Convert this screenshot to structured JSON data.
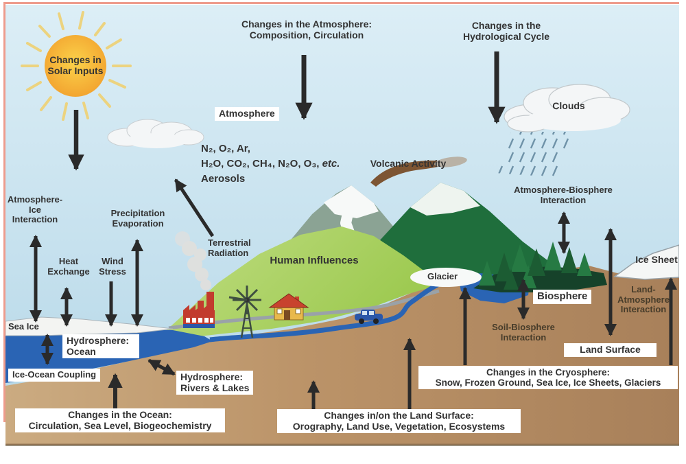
{
  "colors": {
    "ocean": "#2a64b4",
    "sky_top": "#dceef6",
    "sky_bottom": "#b3d6e6",
    "land_tan": "#cbab81",
    "land_brown": "#a8805a",
    "hill_green": "#9cc94f",
    "mountain_green": "#1f6e3c",
    "arrow": "#2a2a2a",
    "accent_border": "#ee9b8c"
  },
  "sun": {
    "lines": [
      "Changes in",
      "Solar Inputs"
    ]
  },
  "top": {
    "atmosphere_changes": [
      "Changes in the Atmosphere:",
      "Composition, Circulation"
    ],
    "hydrological_changes": [
      "Changes in the",
      "Hydrological Cycle"
    ]
  },
  "atmosphere": {
    "box_label": "Atmosphere",
    "composition_line1": "N₂, O₂,  Ar,",
    "composition_line2": "H₂O, CO₂, CH₄, N₂O, O₃, ",
    "composition_etc": "etc.",
    "composition_line3": "Aerosols",
    "clouds_label": "Clouds"
  },
  "left_side": {
    "atm_ice": [
      "Atmosphere-",
      "Ice",
      "Interaction"
    ],
    "heat": [
      "Heat",
      "Exchange"
    ],
    "wind": [
      "Wind",
      "Stress"
    ],
    "precip": [
      "Precipitation",
      "Evaporation"
    ],
    "sea_ice": "Sea Ice",
    "hydro_ocean": [
      "Hydrosphere:",
      "Ocean"
    ],
    "ice_ocean": "Ice-Ocean Coupling",
    "ocean_changes": [
      "Changes in the Ocean:",
      "Circulation, Sea Level, Biogeochemistry"
    ],
    "rivers": [
      "Hydrosphere:",
      "Rivers & Lakes"
    ]
  },
  "center": {
    "terrestrial": [
      "Terrestrial",
      "Radiation"
    ],
    "human": "Human Influences",
    "volcanic": "Volcanic Activity",
    "glacier": "Glacier",
    "land_changes": [
      "Changes in/on the Land Surface:",
      "Orography, Land Use, Vegetation, Ecosystems"
    ]
  },
  "right_side": {
    "atm_bio": [
      "Atmosphere-Biosphere",
      "Interaction"
    ],
    "biosphere": "Biosphere",
    "soil_bio": [
      "Soil-Biosphere",
      "Interaction"
    ],
    "land_atm": [
      "Land-",
      "Atmosphere",
      "Interaction"
    ],
    "ice_sheet": "Ice Sheet",
    "land_surface": "Land Surface",
    "cryo_changes": [
      "Changes in the Cryosphere:",
      "Snow, Frozen Ground, Sea Ice, Ice Sheets, Glaciers"
    ]
  }
}
